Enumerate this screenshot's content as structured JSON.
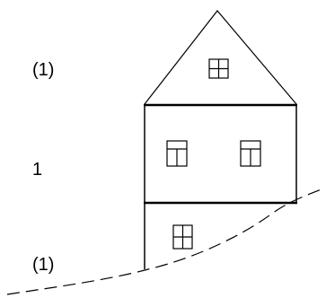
{
  "labels": {
    "upper": "(1)",
    "middle": "1",
    "lower": "(1)"
  },
  "colors": {
    "line": "#000000",
    "background": "#ffffff"
  }
}
